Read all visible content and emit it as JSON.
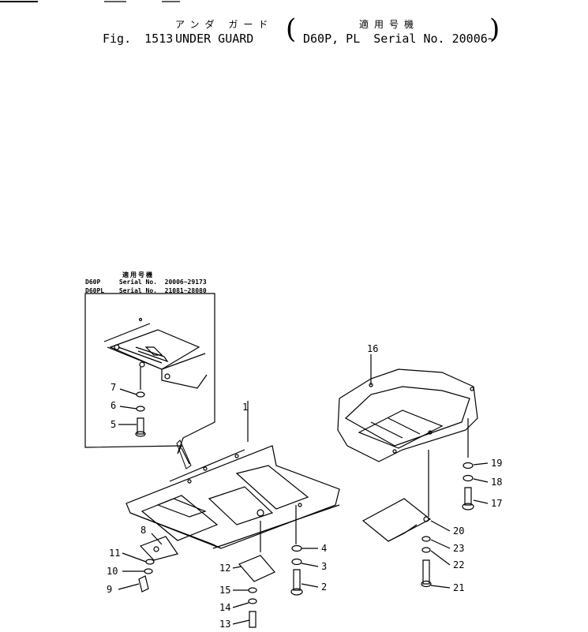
{
  "header": {
    "jp_title": "アンダ ガード",
    "fig_label": "Fig.",
    "fig_number": "1513",
    "title": "UNDER GUARD",
    "jp_applicability": "適用号機",
    "models": "D60P, PL",
    "serial": "Serial No. 20006~"
  },
  "inset": {
    "jp_applicability": "適用号機",
    "rows": [
      {
        "model": "D60P",
        "label": "Serial No.",
        "range": "20006~29173"
      },
      {
        "model": "D60PL",
        "label": "Serial No.",
        "range": "21081~28080"
      }
    ]
  },
  "callouts": [
    "1",
    "2",
    "3",
    "4",
    "5",
    "6",
    "7",
    "8",
    "9",
    "10",
    "11",
    "12",
    "13",
    "14",
    "15",
    "16",
    "17",
    "18",
    "19",
    "20",
    "21",
    "22",
    "23"
  ]
}
